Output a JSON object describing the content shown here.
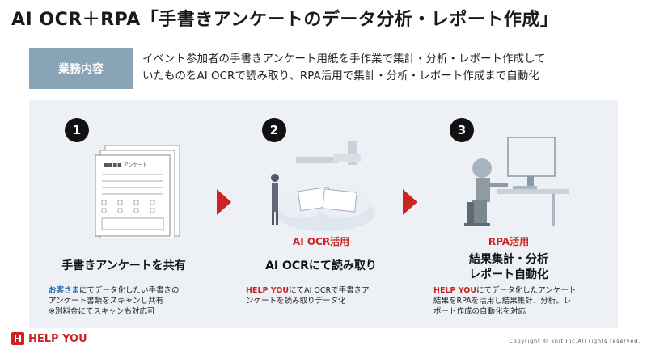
{
  "title": "AI OCR＋RPA「手書きアンケートのデータ分析・レポート作成」",
  "summary": {
    "label": "業務内容",
    "line1": "イベント参加者の手書きアンケート用紙を手作業で集計・分析・レポート作成して",
    "line2": "いたものをAI OCRで読み取り、RPA活用で集計・分析・レポート作成まで自動化"
  },
  "steps": [
    {
      "number": "1",
      "heading": "手書きアンケートを共有",
      "form_label": "■■■■ アンケート",
      "desc_highlight": "お客さま",
      "desc_line1": "にてデータ化したい手書きの",
      "desc_line2": "アンケート書類をスキャンし共有",
      "desc_line3": "※別料金にてスキャンも対応可"
    },
    {
      "number": "2",
      "tag": "AI OCR活用",
      "heading": "AI OCRにて読み取り",
      "desc_highlight": "HELP YOU",
      "desc_line1": "にてAI OCRで手書きア",
      "desc_line2": "ンケートを読み取りデータ化"
    },
    {
      "number": "3",
      "tag": "RPA活用",
      "heading_line1": "結果集計・分析",
      "heading_line2": "レポート自動化",
      "desc_highlight": "HELP YOU",
      "desc_line1": "にてデータ化したアンケート",
      "desc_line2": "結果をRPAを活用し結果集計、分析。レ",
      "desc_line3": "ポート作成の自動化を対応"
    }
  ],
  "footer": {
    "logo": "HELP YOU",
    "copyright": "Copyright © knit Inc.All rights reserved."
  },
  "colors": {
    "accent_red": "#cc2222",
    "label_blue": "#8aa4b7",
    "panel_bg": "#edf1f5",
    "highlight_blue": "#2a6fb0"
  }
}
